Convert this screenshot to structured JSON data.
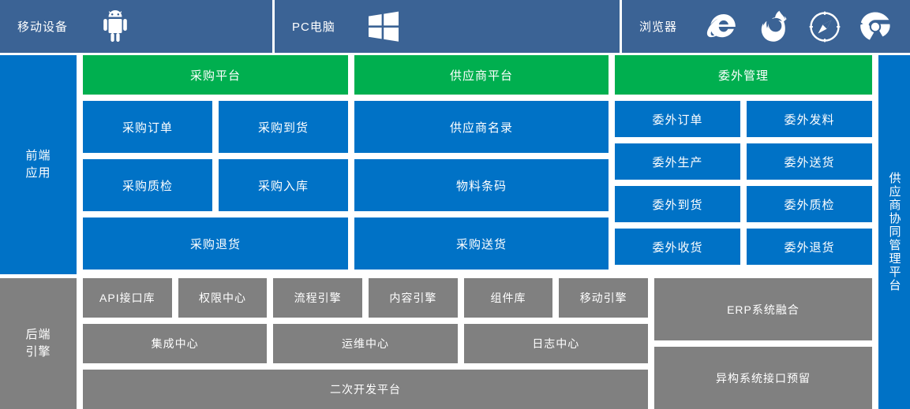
{
  "topbar": {
    "devices": [
      {
        "label": "移动设备",
        "icons": [
          "android-icon"
        ]
      },
      {
        "label": "PC电脑",
        "icons": [
          "windows-icon"
        ]
      },
      {
        "label": "浏览器",
        "icons": [
          "internet-explorer-icon",
          "firefox-icon",
          "safari-icon",
          "chrome-icon"
        ]
      }
    ]
  },
  "frontend": {
    "side_label": "前端\n应用",
    "side_label_lines": [
      "前端",
      "应用"
    ],
    "columns": [
      {
        "header": "采购平台",
        "rows": [
          [
            "采购订单",
            "采购到货"
          ],
          [
            "采购质检",
            "采购入库"
          ],
          [
            "采购退货"
          ]
        ]
      },
      {
        "header": "供应商平台",
        "rows": [
          [
            "供应商名录"
          ],
          [
            "物料条码"
          ],
          [
            "采购送货"
          ]
        ]
      },
      {
        "header": "委外管理",
        "rows": [
          [
            "委外订单",
            "委外发料"
          ],
          [
            "委外生产",
            "委外送货"
          ],
          [
            "委外到货",
            "委外质检"
          ],
          [
            "委外收货",
            "委外退货"
          ]
        ]
      }
    ]
  },
  "right_rail": {
    "label": "供应商协同管理平台"
  },
  "backend": {
    "side_label_lines": [
      "后端",
      "引擎"
    ],
    "row1": [
      "API接口库",
      "权限中心",
      "流程引擎",
      "内容引擎",
      "组件库",
      "移动引擎"
    ],
    "row2": [
      "集成中心",
      "运维中心",
      "日志中心"
    ],
    "row3": [
      "二次开发平台"
    ],
    "right": [
      "ERP系统融合",
      "异构系统接口预留"
    ]
  },
  "colors": {
    "header_blue": "#3B6395",
    "accent_blue": "#0072C6",
    "accent_green": "#00AF4F",
    "gray": "#808080",
    "text_white": "#FFFFFF"
  }
}
